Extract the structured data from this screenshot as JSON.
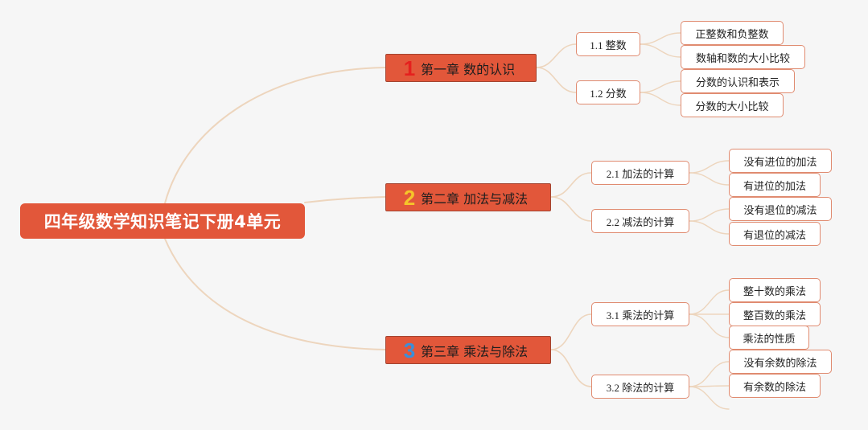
{
  "root": {
    "title": "四年级数学知识笔记下册4单元"
  },
  "chapters": [
    {
      "number": "1",
      "title": "第一章 数的认识",
      "sections": [
        {
          "title": "1.1 整数",
          "items": [
            "正整数和负整数",
            "数轴和数的大小比较"
          ]
        },
        {
          "title": "1.2 分数",
          "items": [
            "分数的认识和表示",
            "分数的大小比较"
          ]
        }
      ]
    },
    {
      "number": "2",
      "title": "第二章 加法与减法",
      "sections": [
        {
          "title": "2.1 加法的计算",
          "items": [
            "没有进位的加法",
            "有进位的加法"
          ]
        },
        {
          "title": "2.2 减法的计算",
          "items": [
            "没有退位的减法",
            "有退位的减法"
          ]
        }
      ]
    },
    {
      "number": "3",
      "title": "第三章 乘法与除法",
      "sections": [
        {
          "title": "3.1 乘法的计算",
          "items": [
            "整十数的乘法",
            "整百数的乘法",
            "乘法的性质"
          ]
        },
        {
          "title": "3.2 除法的计算",
          "items": [
            "没有余数的除法",
            "有余数的除法"
          ]
        }
      ]
    }
  ],
  "colors": {
    "root_fill": "#e2573a",
    "chapter_fill": "#e2573a",
    "node_border": "#e08b70",
    "connector": "#edd5bd",
    "background": "#f6f6f6"
  }
}
